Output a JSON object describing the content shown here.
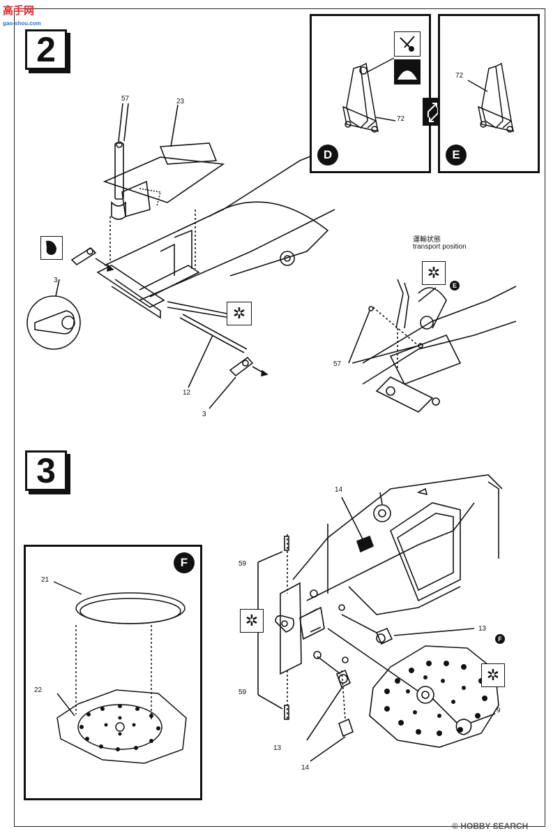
{
  "watermark_top": {
    "cn": "高手网",
    "url": "gao-shou.com"
  },
  "watermark_bottom": {
    "prefix": "©",
    "brand": "HOBBY SEARCH"
  },
  "step2": {
    "number": "2",
    "labels": {
      "p57": "57",
      "p23": "23",
      "p3a": "3",
      "p12": "12",
      "p3b": "3",
      "p72": "72",
      "p72b": "72",
      "p57b": "57"
    },
    "detail_d": "D",
    "detail_e": "E",
    "transport_cn": "運輸状態",
    "transport_en": "transport position",
    "ref_e": "E"
  },
  "step3": {
    "number": "3",
    "detail_f": "F",
    "labels": {
      "p21": "21",
      "p22": "22",
      "p14a": "14",
      "p59a": "59",
      "p59b": "59",
      "p13a": "13",
      "p13b": "13",
      "p9": "9",
      "p14b": "14"
    },
    "ref_f": "F"
  },
  "colors": {
    "ink": "#111111",
    "paper": "#ffffff",
    "watermark_red": "#d42a2a",
    "watermark_blue": "#2a6ed4"
  }
}
